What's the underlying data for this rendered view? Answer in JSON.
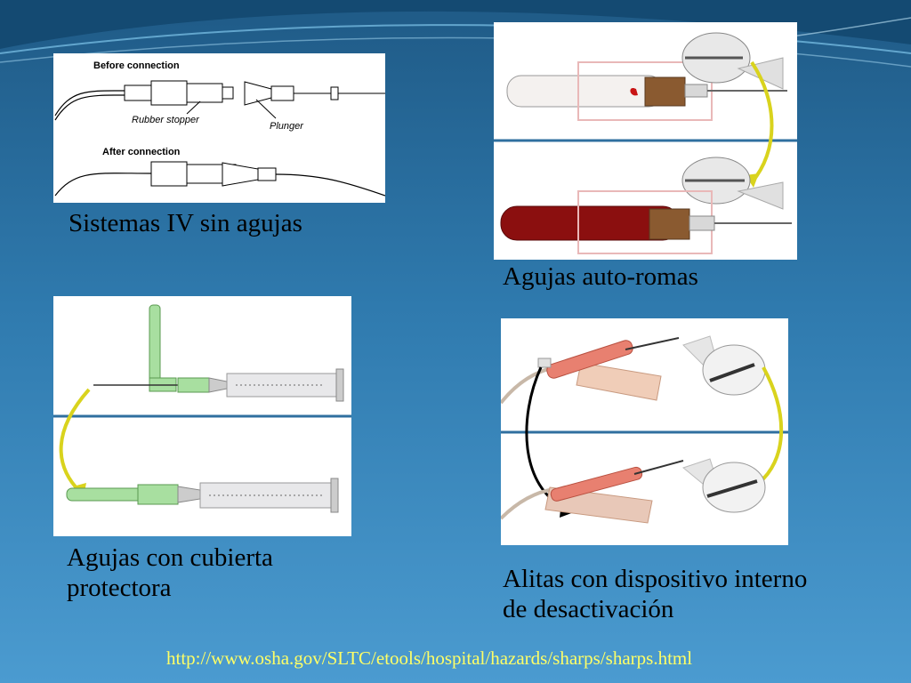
{
  "slide": {
    "background": "#2f7aae",
    "accent": "#e0d020"
  },
  "panels": {
    "iv": {
      "before_label": "Before connection",
      "rubber_label": "Rubber stopper",
      "plunger_label": "Plunger",
      "after_label": "After connection",
      "caption": "Sistemas IV sin agujas"
    },
    "blunting": {
      "caption": "Agujas auto-romas"
    },
    "shield": {
      "caption_line1": "Agujas con cubierta",
      "caption_line2": "protectora"
    },
    "wings": {
      "caption_line1": "Alitas con dispositivo interno",
      "caption_line2": "de desactivación"
    }
  },
  "source_url": "http://www.osha.gov/SLTC/etools/hospital/hazards/sharps/sharps.html"
}
